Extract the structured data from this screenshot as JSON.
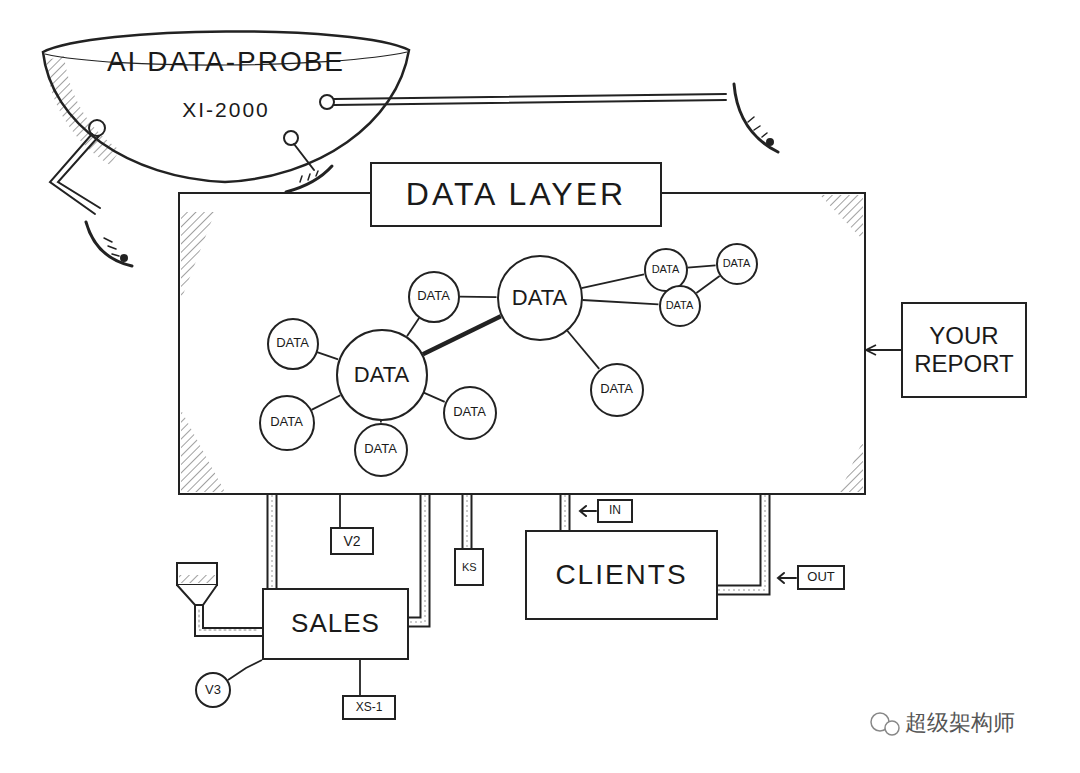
{
  "diagram": {
    "nodes": [
      {
        "text": [
          "AI DATA-PROBE",
          "XI-2000"
        ]
      },
      {
        "text": [
          "DATA LAYER"
        ]
      },
      {
        "text": [
          "DATA"
        ],
        "in": 1
      },
      {
        "text": [
          "DATA"
        ],
        "in": 1
      },
      {
        "text": [
          "DATA"
        ],
        "in": 1
      },
      {
        "text": [
          "DATA"
        ],
        "in": 1
      },
      {
        "text": [
          "DATA"
        ],
        "in": 1
      },
      {
        "text": [
          "DATA"
        ],
        "in": 1
      },
      {
        "text": [
          "DATA"
        ],
        "in": 1
      },
      {
        "text": [
          "DATA"
        ],
        "in": 1
      },
      {
        "text": [
          "DATA"
        ],
        "in": 1
      },
      {
        "text": [
          "DATA"
        ],
        "in": 1
      },
      {
        "text": [
          "DATA"
        ],
        "in": 1
      },
      {
        "text": [
          "YOUR REPORT"
        ]
      },
      {
        "text": [
          "V2"
        ]
      },
      {
        "text": [
          "KS"
        ]
      },
      {
        "text": [
          "IN"
        ]
      },
      {
        "text": [
          "CLIENTS"
        ]
      },
      {
        "text": [
          "OUT"
        ]
      },
      {
        "text": [
          "SALES"
        ]
      },
      {
        "text": [
          "V3"
        ]
      },
      {
        "text": [
          "XS-1"
        ]
      }
    ],
    "edges": [
      {
        "from": 2,
        "to": 3,
        "arrow": "none"
      },
      {
        "from": 2,
        "to": 4,
        "arrow": "none"
      },
      {
        "from": 2,
        "to": 5,
        "arrow": "none"
      },
      {
        "from": 2,
        "to": 6,
        "arrow": "none"
      },
      {
        "from": 2,
        "to": 7,
        "arrow": "none"
      },
      {
        "from": 2,
        "to": 8,
        "arrow": "none"
      },
      {
        "from": 3,
        "to": 4,
        "arrow": "none"
      },
      {
        "from": 3,
        "to": 10,
        "arrow": "none"
      },
      {
        "from": 3,
        "to": 12,
        "arrow": "none"
      },
      {
        "from": 3,
        "to": 9,
        "arrow": "none"
      },
      {
        "from": 10,
        "to": 11,
        "arrow": "none"
      },
      {
        "from": 11,
        "to": 12,
        "arrow": "none"
      },
      {
        "from": 13,
        "to": 1,
        "arrow": "to"
      },
      {
        "from": 1,
        "to": 19,
        "arrow": "none"
      },
      {
        "from": 1,
        "to": 19,
        "arrow": "none"
      },
      {
        "from": 1,
        "to": 14,
        "arrow": "none"
      },
      {
        "from": 1,
        "to": 15,
        "arrow": "none"
      },
      {
        "from": 1,
        "to": 17,
        "arrow": "none"
      },
      {
        "from": 1,
        "to": 17,
        "arrow": "none"
      },
      {
        "from": 19,
        "to": 20,
        "arrow": "none"
      },
      {
        "from": 19,
        "to": 21,
        "arrow": "none"
      }
    ],
    "labels": [
      "超级架构师"
    ]
  }
}
